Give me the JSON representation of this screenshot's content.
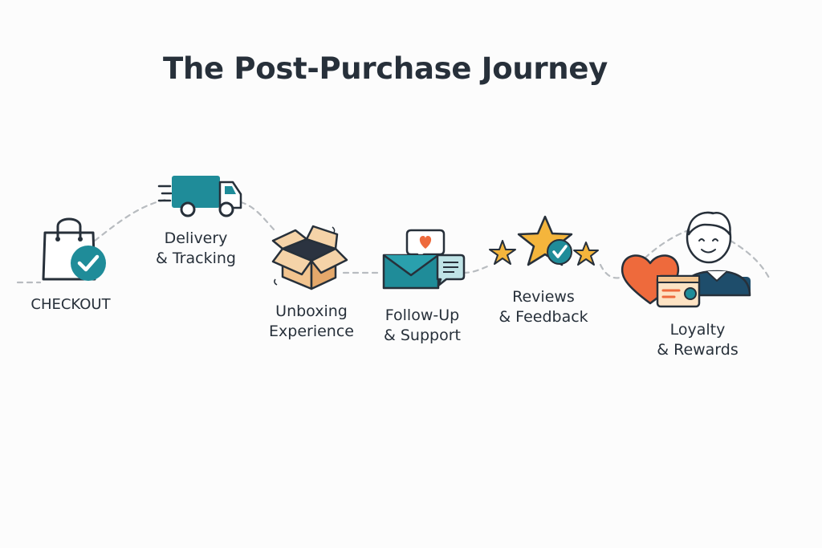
{
  "title": "The Post-Purchase Journey",
  "colors": {
    "ink": "#27303a",
    "teal": "#1f8c99",
    "orange": "#ee6a3c",
    "gold": "#f4b53c",
    "tan": "#f2c48f",
    "path": "#b8bcc0"
  },
  "steps": [
    {
      "icon": "shopping-bag-check-icon",
      "lines": [
        "CHECKOUT"
      ]
    },
    {
      "icon": "delivery-truck-icon",
      "lines": [
        "Delivery",
        "& Tracking"
      ]
    },
    {
      "icon": "open-box-icon",
      "lines": [
        "Unboxing",
        "Experience"
      ]
    },
    {
      "icon": "envelope-chat-icon",
      "lines": [
        "Follow-Up",
        "& Support"
      ]
    },
    {
      "icon": "stars-check-icon",
      "lines": [
        "Reviews",
        "& Feedback"
      ]
    },
    {
      "icon": "heart-card-person-icon",
      "lines": [
        "Loyalty",
        "& Rewards"
      ]
    }
  ]
}
